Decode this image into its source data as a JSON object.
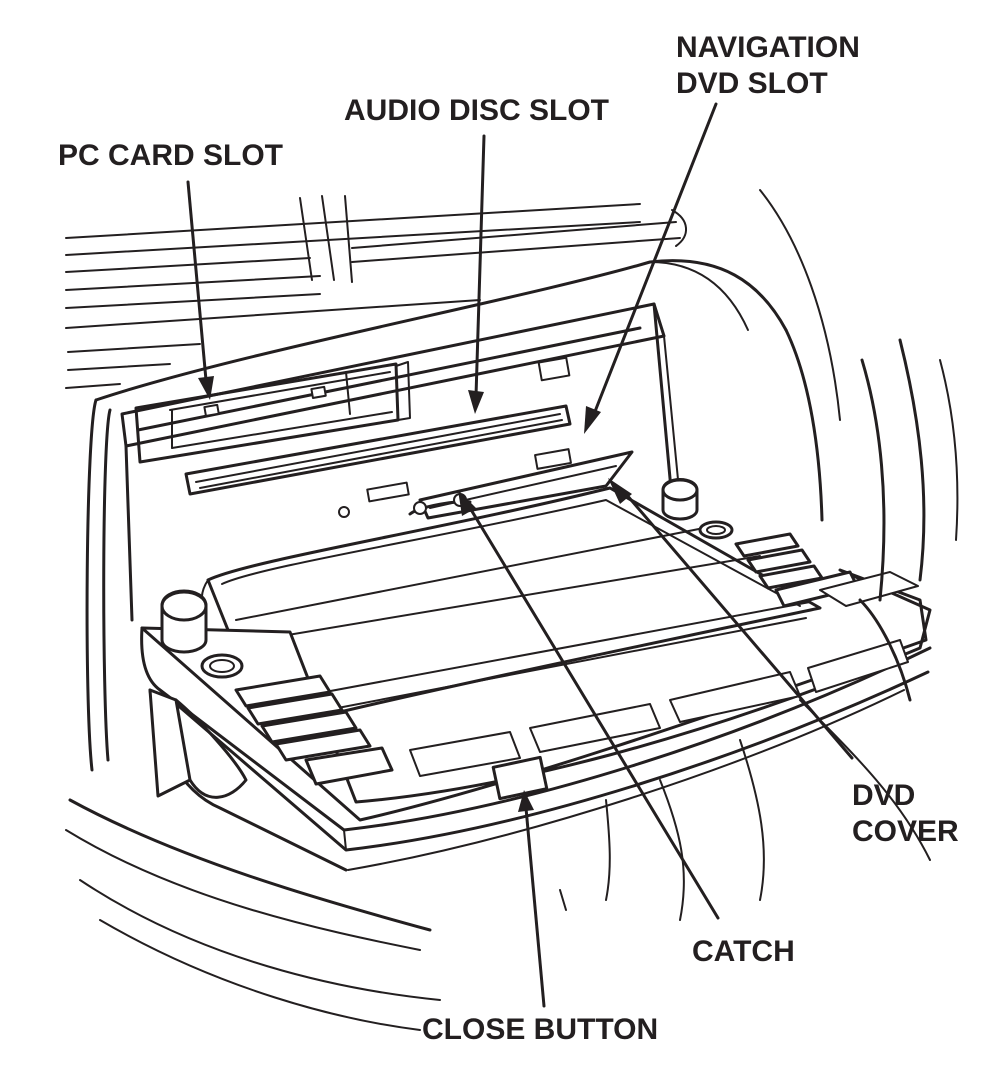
{
  "diagram": {
    "callouts": {
      "pc_card_slot": "PC CARD SLOT",
      "audio_disc_slot": "AUDIO DISC SLOT",
      "navigation_dvd_slot": [
        "NAVIGATION",
        "DVD SLOT"
      ],
      "dvd_cover": [
        "DVD",
        "COVER"
      ],
      "catch": "CATCH",
      "close_button": "CLOSE BUTTON"
    },
    "colors": {
      "ink": "#231f20",
      "paper": "#ffffff"
    }
  }
}
